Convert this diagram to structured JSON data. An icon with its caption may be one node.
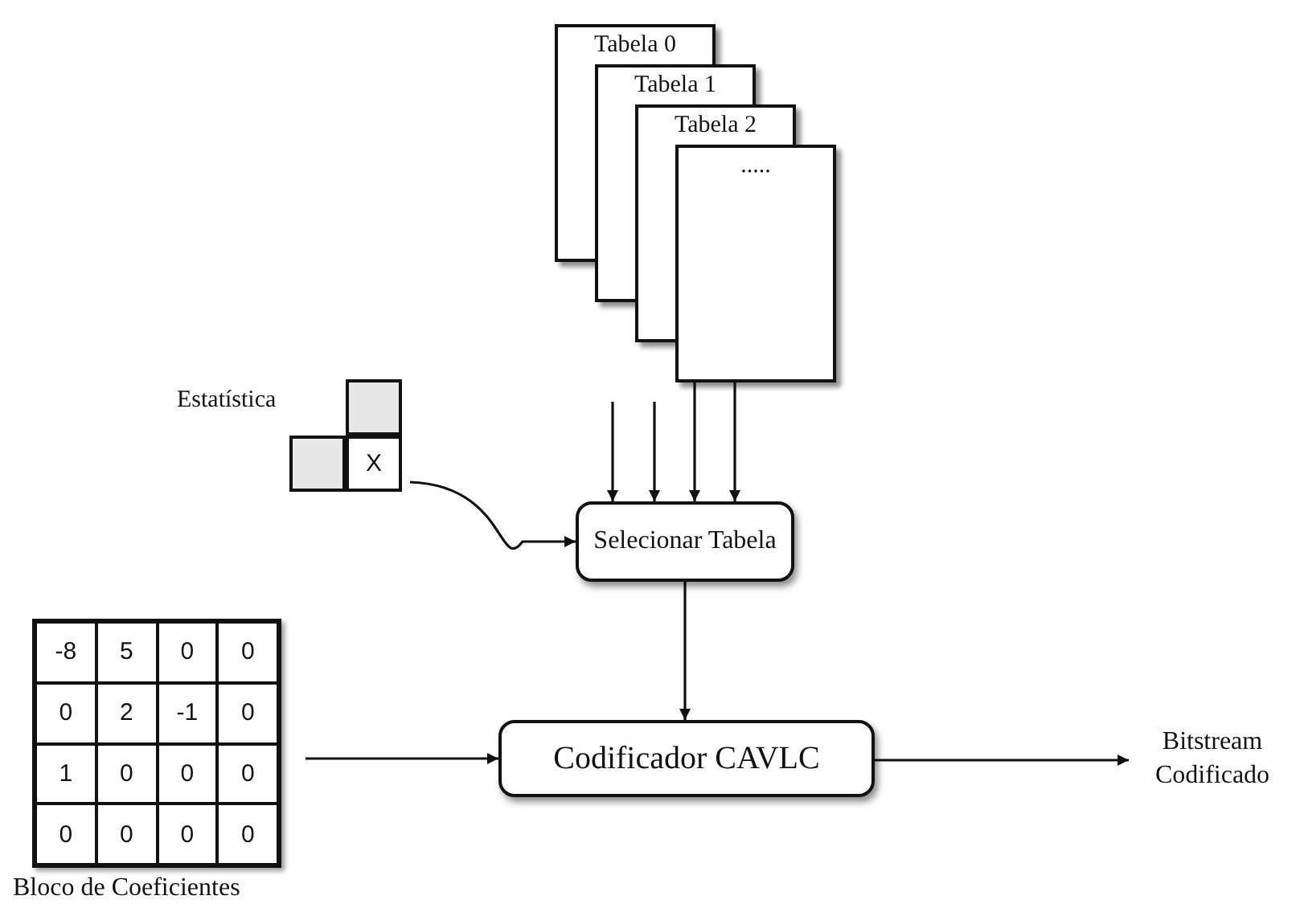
{
  "diagram": {
    "nodes": [
      {
        "text": [
          "Tabela 0"
        ]
      },
      {
        "text": [
          "Tabela 1"
        ]
      },
      {
        "text": [
          "Tabela 2"
        ]
      },
      {
        "text": [
          "....."
        ]
      },
      {
        "text": [
          "Estatística",
          "X"
        ]
      },
      {
        "text": [
          "Selecionar Tabela"
        ]
      },
      {
        "text": [
          "Bloco de Coeficientes"
        ]
      },
      {
        "text": [
          "Codificador CAVLC"
        ]
      },
      {
        "text": [
          "Bitstream Codificado"
        ]
      }
    ],
    "edges": [
      {
        "from": null,
        "to": 5,
        "arrow": "to"
      },
      {
        "from": null,
        "to": 5,
        "arrow": "to"
      },
      {
        "from": 3,
        "to": 5,
        "arrow": "to"
      },
      {
        "from": 3,
        "to": 5,
        "arrow": "to"
      },
      {
        "from": 4,
        "to": 5,
        "arrow": "to"
      },
      {
        "from": 5,
        "to": 7,
        "arrow": "to"
      },
      {
        "from": 6,
        "to": 7,
        "arrow": "to"
      },
      {
        "from": 7,
        "to": 8,
        "arrow": "to"
      }
    ],
    "labels": [
      "-8",
      "5",
      "0",
      "0",
      "0",
      "2",
      "-1",
      "0",
      "1",
      "0",
      "0",
      "0",
      "0",
      "0",
      "0",
      "0"
    ]
  }
}
